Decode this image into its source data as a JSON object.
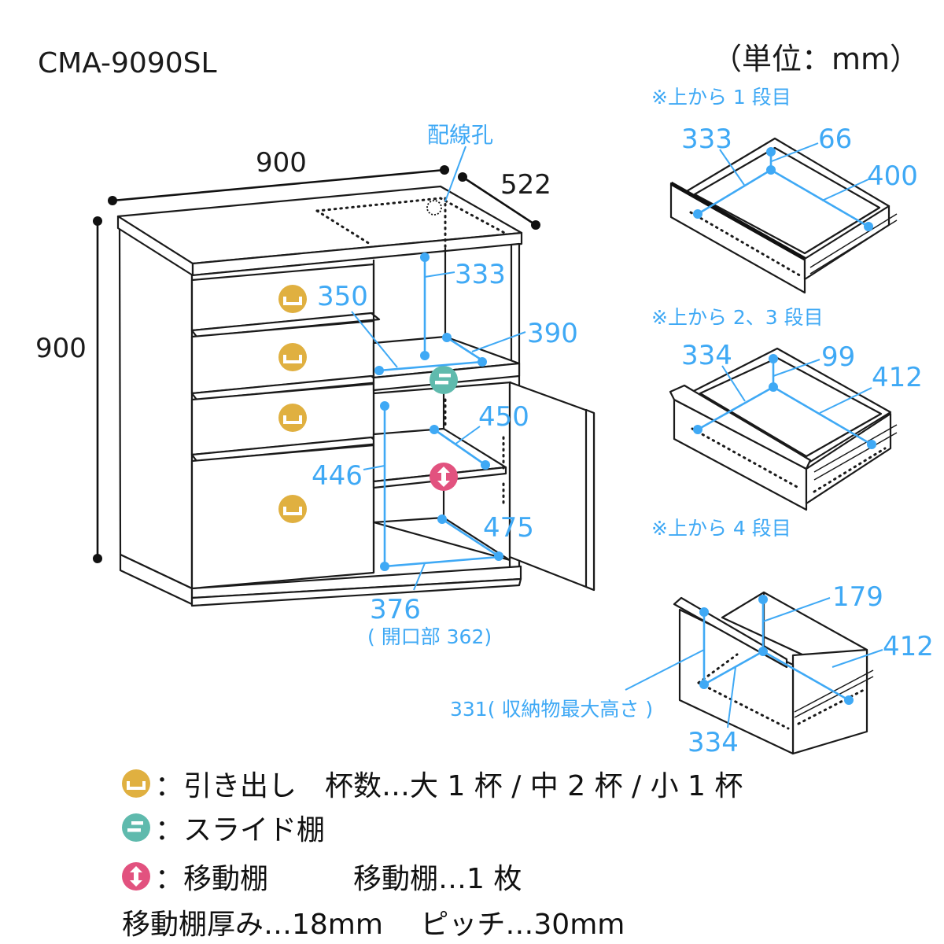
{
  "header": {
    "model": "CMA-9090SL",
    "unit": "（単位：mm）"
  },
  "cabinet": {
    "width": "900",
    "depth": "522",
    "height": "900",
    "wiring_hole_label": "配線孔",
    "dims": {
      "upper_open_height": "333",
      "upper_drawer_side": "350",
      "slide_shelf_depth": "390",
      "lower_width": "446",
      "lower_shelf_depth": "450",
      "bottom_depth": "475",
      "bottom_width": "376",
      "opening_note": "( 開口部 362)"
    }
  },
  "drawers": [
    {
      "title": "※上から 1 段目",
      "width": "333",
      "height": "66",
      "depth": "400"
    },
    {
      "title": "※上から 2、3 段目",
      "width": "334",
      "height": "99",
      "depth": "412"
    },
    {
      "title": "※上から 4 段目",
      "height": "179",
      "depth": "412",
      "width": "334",
      "max_item_height": "331( 収納物最大高さ )"
    }
  ],
  "legend": [
    {
      "icon": "drawer-icon",
      "color": "#e0b040",
      "text": "：引き出し　杯数…大 1 杯 / 中 2 杯 / 小 1 杯"
    },
    {
      "icon": "slide-shelf-icon",
      "color": "#5fbaad",
      "text": "：スライド棚"
    },
    {
      "icon": "movable-shelf-icon",
      "color": "#e2527f",
      "text": "：移動棚　　　移動棚…1 枚"
    }
  ],
  "specs": "移動棚厚み…18mm　 ピッチ…30mm",
  "colors": {
    "dimension_blue": "#3fa9f5",
    "drawer_yellow": "#e0b040",
    "slide_teal": "#5fbaad",
    "movable_pink": "#e2527f"
  }
}
